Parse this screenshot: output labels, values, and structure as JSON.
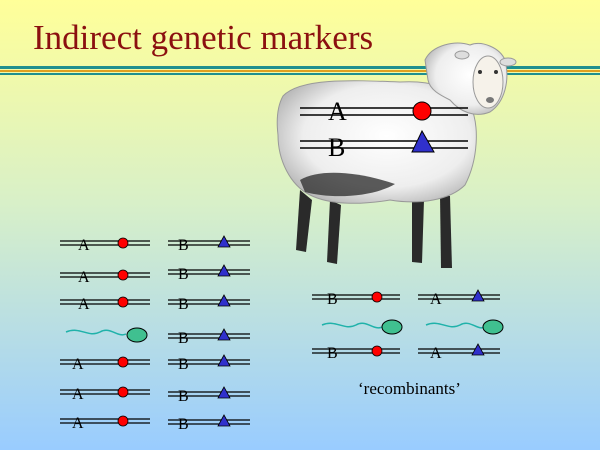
{
  "title": "Indirect genetic markers",
  "sheep": {
    "upper_label": "A",
    "lower_label": "B"
  },
  "parental": {
    "a_chromosomes": [
      "A",
      "A",
      "A",
      "A",
      "A",
      "A"
    ],
    "b_chromosomes": [
      "B",
      "B",
      "B",
      "B",
      "B",
      "B",
      "B"
    ]
  },
  "recombinants": {
    "left": [
      "B",
      "B"
    ],
    "right": [
      "A",
      "A"
    ],
    "caption": "‘recombinants’"
  },
  "colors": {
    "title": "#8b1010",
    "red_marker": "#ff0000",
    "blue_marker": "#3030cc",
    "sperm": "#20b2aa",
    "background_top": "#ffff99",
    "background_bottom": "#99ccff"
  }
}
